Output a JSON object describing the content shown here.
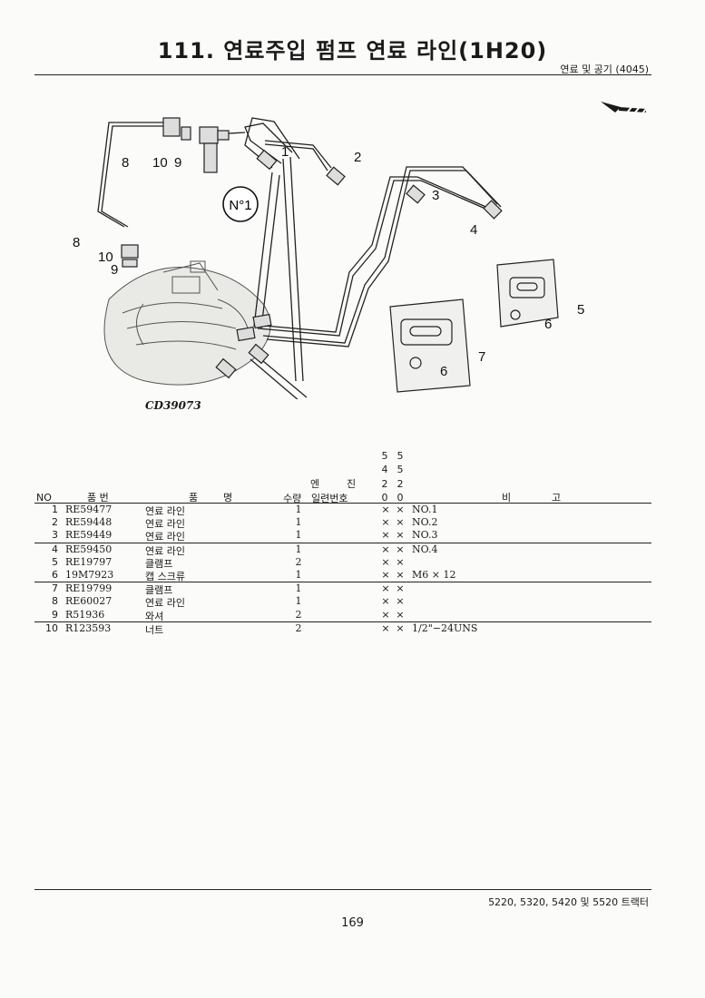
{
  "page": {
    "title": "111. 연료주입 펌프 연료 라인(1H20)",
    "section_ref": "연료 및 공기 (4045)",
    "figure_code": "CD39073",
    "footer_models": "5220, 5320, 5420 및 5520 트랙터",
    "page_number": "169"
  },
  "diagram": {
    "callouts": [
      "1",
      "2",
      "3",
      "4",
      "5",
      "6",
      "6",
      "7",
      "8",
      "8",
      "10",
      "9",
      "10",
      "9"
    ],
    "badge": "N°1"
  },
  "table": {
    "headers": {
      "no": "NO",
      "part_no": "품 번",
      "part_name_1": "품",
      "part_name_2": "명",
      "qty": "수량",
      "engine_1": "엔",
      "engine_2": "진",
      "serial": "일련번호",
      "remarks_1": "비",
      "remarks_2": "고"
    },
    "models": [
      {
        "d1": "5",
        "d2": "4",
        "d3": "2",
        "d4": "0"
      },
      {
        "d1": "5",
        "d2": "5",
        "d3": "2",
        "d4": "0"
      }
    ],
    "rows": [
      {
        "no": "1",
        "part": "RE59477",
        "name": "연료 라인",
        "qty": "1",
        "m1": "×",
        "m2": "×",
        "remark": "NO.1"
      },
      {
        "no": "2",
        "part": "RE59448",
        "name": "연료 라인",
        "qty": "1",
        "m1": "×",
        "m2": "×",
        "remark": "NO.2"
      },
      {
        "no": "3",
        "part": "RE59449",
        "name": "연료 라인",
        "qty": "1",
        "m1": "×",
        "m2": "×",
        "remark": "NO.3"
      },
      {
        "no": "4",
        "part": "RE59450",
        "name": "연료 라인",
        "qty": "1",
        "m1": "×",
        "m2": "×",
        "remark": "NO.4"
      },
      {
        "no": "5",
        "part": "RE19797",
        "name": "클램프",
        "qty": "2",
        "m1": "×",
        "m2": "×",
        "remark": ""
      },
      {
        "no": "6",
        "part": "19M7923",
        "name": "캡 스크류",
        "qty": "1",
        "m1": "×",
        "m2": "×",
        "remark": "M6 × 12"
      },
      {
        "no": "7",
        "part": "RE19799",
        "name": "클램프",
        "qty": "1",
        "m1": "×",
        "m2": "×",
        "remark": ""
      },
      {
        "no": "8",
        "part": "RE60027",
        "name": "연료 라인",
        "qty": "1",
        "m1": "×",
        "m2": "×",
        "remark": ""
      },
      {
        "no": "9",
        "part": "R51936",
        "name": "와셔",
        "qty": "2",
        "m1": "×",
        "m2": "×",
        "remark": ""
      },
      {
        "no": "10",
        "part": "R123593",
        "name": "너트",
        "qty": "2",
        "m1": "×",
        "m2": "×",
        "remark": "1/2\"−24UNS"
      }
    ]
  }
}
